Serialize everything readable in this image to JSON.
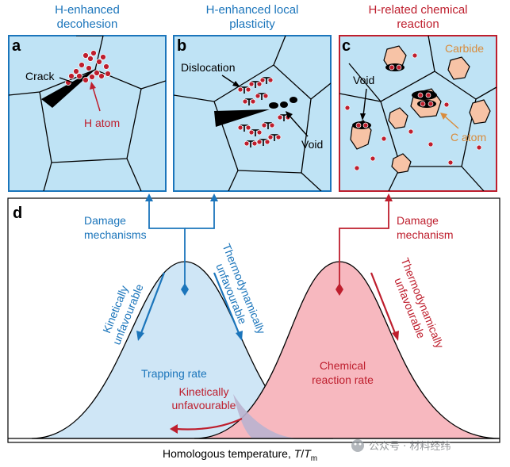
{
  "panels": {
    "a": {
      "letter": "a",
      "title_line1": "H-enhanced",
      "title_line2": "decohesion",
      "crack": "Crack",
      "h_atom": "H atom"
    },
    "b": {
      "letter": "b",
      "title_line1": "H-enhanced local",
      "title_line2": "plasticity",
      "dislocation": "Dislocation",
      "void": "Void"
    },
    "c": {
      "letter": "c",
      "title_line1": "H-related chemical",
      "title_line2": "reaction",
      "carbide": "Carbide",
      "void": "Void",
      "c_atom": "C atom"
    }
  },
  "plot": {
    "letter": "d",
    "damage_blue_line1": "Damage",
    "damage_blue_line2": "mechanisms",
    "damage_red_line1": "Damage",
    "damage_red_line2": "mechanism",
    "kin_unfav_left_line1": "Kinetically",
    "kin_unfav_left_line2": "unfavourable",
    "thermo_unfav_blue_line1": "Thermodynamically",
    "thermo_unfav_blue_line2": "unfavourable",
    "thermo_unfav_red_line1": "Thermodynamically",
    "thermo_unfav_red_line2": "unfavourable",
    "trapping_rate": "Trapping rate",
    "chem_rate_line1": "Chemical",
    "chem_rate_line2": "reaction rate",
    "kin_unfav_bottom_line1": "Kinetically",
    "kin_unfav_bottom_line2": "unfavourable",
    "xlabel": "Homologous temperature, ",
    "xlabel_var": "T",
    "xlabel_sep": "/",
    "xlabel_var2": "T",
    "xlabel_sub": "m"
  },
  "watermark": "公众号 · 材料经纬",
  "colors": {
    "blue": "#1b75bb",
    "red": "#be1e2d",
    "orange": "#d98c3c",
    "panel_fill": "#bfe3f5",
    "blue_fill": "#cfe6f6",
    "red_fill": "#f7b8bf"
  }
}
